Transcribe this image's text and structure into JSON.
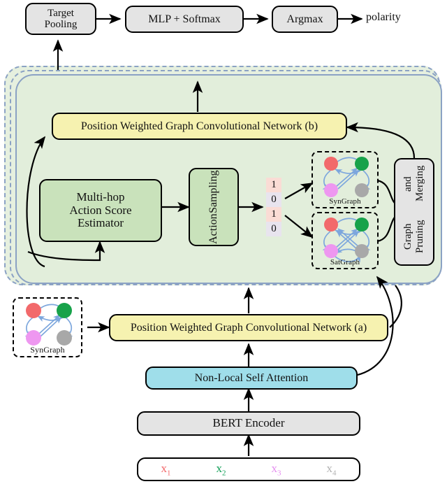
{
  "figure": {
    "type": "architecture-diagram",
    "title": "Aspect-level sentiment classification architecture"
  },
  "top_row": {
    "target_pooling": "Target\nPooling",
    "target_pooling_line1": "Target",
    "target_pooling_line2": "Pooling",
    "mlp_softmax": "MLP + Softmax",
    "argmax": "Argmax",
    "output_label": "polarity"
  },
  "rl_panel": {
    "pwgcn_b": "Position Weighted Graph Convolutional Network (b)",
    "estimator_line1": "Multi-hop",
    "estimator_line2": "Action Score",
    "estimator_line3": "Estimator",
    "action_sampling_line1": "Action",
    "action_sampling_line2": "Sampling",
    "action_vector": [
      "1",
      "0",
      "1",
      "0"
    ],
    "pruning_line1": "Graph Pruning",
    "pruning_line2": "and Merging",
    "syn_graph_label": "SynGraph",
    "sat_graph_label": "SatGraph"
  },
  "bottom": {
    "syn_graph_label": "SynGraph",
    "pwgcn_a": "Position Weighted Graph Convolutional Network (a)",
    "non_local_self_attention": "Non-Local Self Attention",
    "bert_encoder": "BERT Encoder"
  },
  "tokens": [
    {
      "base": "x",
      "sub": "1",
      "color": "#f2696b"
    },
    {
      "base": "x",
      "sub": "2",
      "color": "#15a05a"
    },
    {
      "base": "x",
      "sub": "3",
      "color": "#e58ff0"
    },
    {
      "base": "x",
      "sub": "4",
      "color": "#b3b3b3"
    }
  ],
  "graph_nodes": {
    "red": "#f2696b",
    "green": "#17a24a",
    "magenta": "#ee97f0",
    "gray": "#a8a8a8"
  },
  "colors": {
    "panel_fill": "#e2eedb",
    "panel_border": "#8ba2c4",
    "yellow_box": "#f6f2b0",
    "gray_box": "#e4e4e4",
    "green_box": "#c9e2bb",
    "cyan_box": "#9fdeea",
    "edge_blue": "#7da7dd",
    "bit_one_bg": "#fadcd5",
    "bit_zero_bg": "#e8e4ee"
  }
}
